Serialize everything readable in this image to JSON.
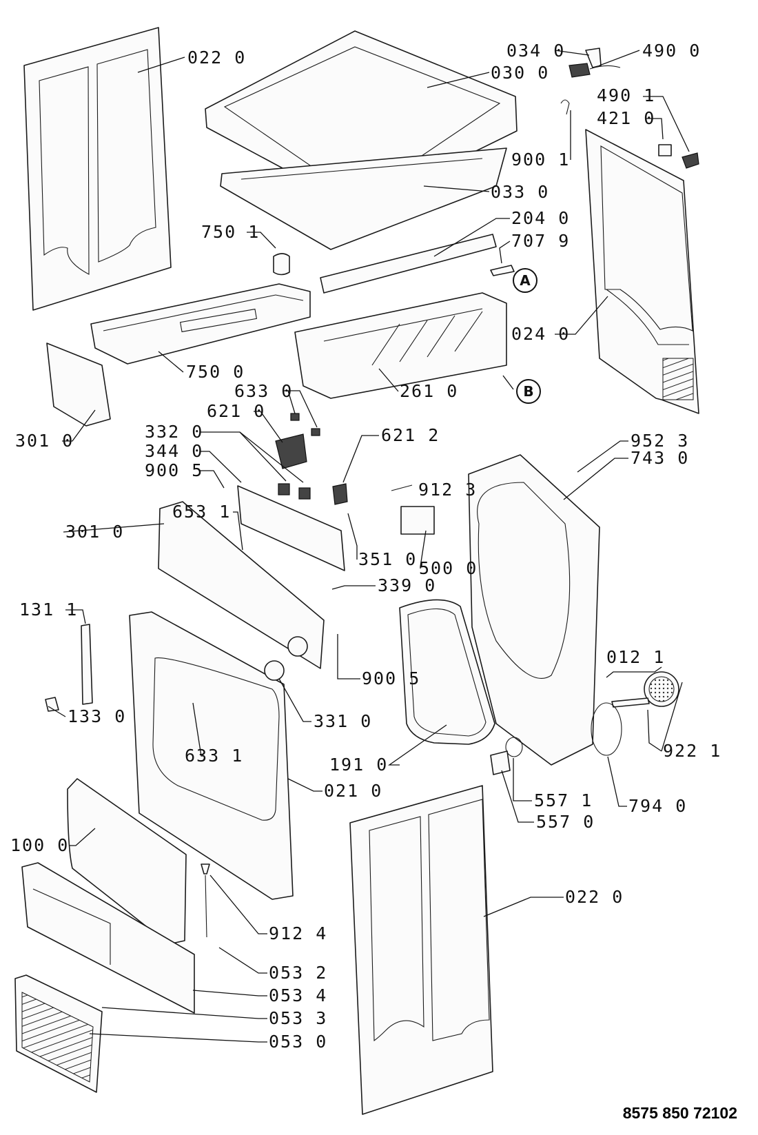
{
  "document_number": "8575 850 72102",
  "callouts": {
    "a": "A",
    "b": "B"
  },
  "labels": [
    "022 0",
    "030 0",
    "034 0",
    "490 0",
    "490 1",
    "421 0",
    "900 1",
    "033 0",
    "204 0",
    "707 9",
    "750 1",
    "750 0",
    "024 0",
    "261 0",
    "633 0",
    "621 0",
    "301 0",
    "332 0",
    "344 0",
    "900 5",
    "621 2",
    "952 3",
    "743 0",
    "653 1",
    "912 3",
    "301 0",
    "351 0",
    "500 0",
    "339 0",
    "131 1",
    "900 5",
    "012 1",
    "133 0",
    "331 0",
    "633 1",
    "191 0",
    "922 1",
    "021 0",
    "557 1",
    "794 0",
    "557 0",
    "100 0",
    "022 0",
    "912 4",
    "053 2",
    "053 4",
    "053 3",
    "053 0"
  ]
}
